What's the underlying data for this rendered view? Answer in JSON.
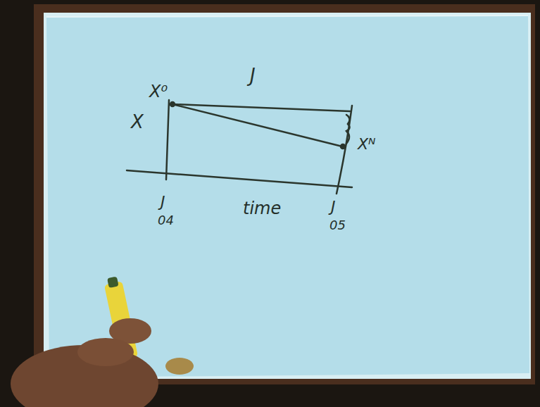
{
  "diagram": {
    "labels": [
      "J",
      "X⁰",
      "X",
      "Xᴺ",
      "J",
      "04",
      "time",
      "J",
      "05"
    ]
  }
}
